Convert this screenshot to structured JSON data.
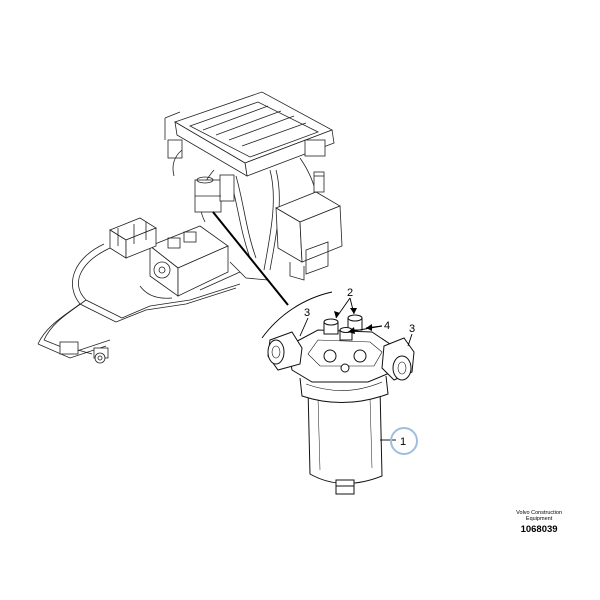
{
  "callouts": {
    "c1": "1",
    "c2": "2",
    "c3a": "3",
    "c3b": "3",
    "c4": "4"
  },
  "highlight_color": "#9ebfe0",
  "credit": {
    "line1": "Volvo Construction",
    "line2": "Equipment",
    "number": "1068039"
  }
}
